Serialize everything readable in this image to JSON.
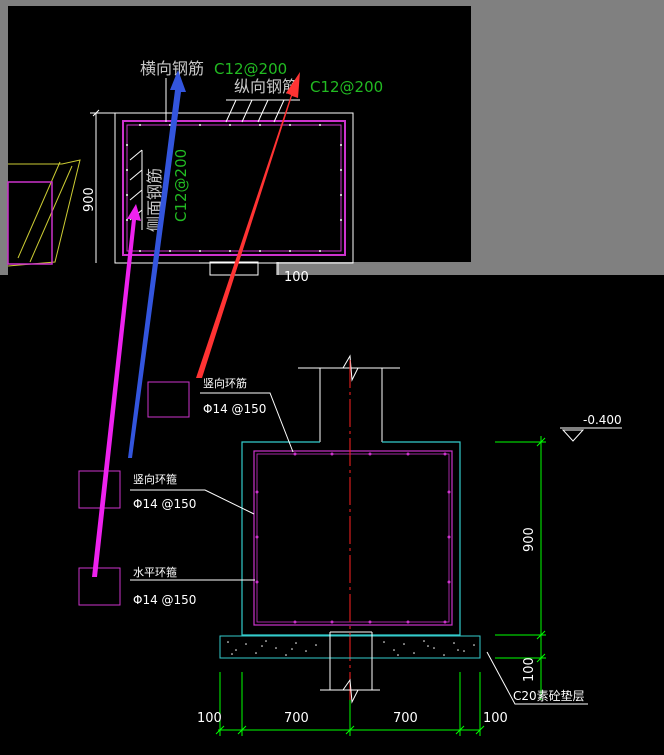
{
  "colors": {
    "background": "#000000",
    "gray_panel": "#808080",
    "rebar": "#cc33cc",
    "outline": "#ffffff",
    "concrete": "#33cccc",
    "text_gray": "#c8c8c8",
    "text_green": "#22bb22",
    "dimension": "#00ff00",
    "centerline": "#ff2222",
    "arrow_blue": "#3355dd",
    "arrow_red": "#ff3333",
    "arrow_magenta": "#ee22ee",
    "yellow_hatch": "#cccc33"
  },
  "top_drawing": {
    "transverse_label": "横向钢筋",
    "transverse_spec": "C12@200",
    "longitudinal_label": "纵向钢筋",
    "longitudinal_spec": "C12@200",
    "side_label": "侧面钢筋",
    "side_spec": "C12@200",
    "dim_height": "900",
    "dim_bottom": "100"
  },
  "bottom_drawing": {
    "vertical_ring_top": "竖向环筋",
    "vertical_ring_top_spec": "Φ14 @150",
    "vertical_ring": "竖向环箍",
    "vertical_ring_spec": "Φ14 @150",
    "horizontal_ring": "水平环箍",
    "horizontal_ring_spec": "Φ14 @150",
    "elevation": "-0.400",
    "dim_height": "900",
    "dim_cushion": "100",
    "cushion_label": "C20素砼垫层",
    "dims_bottom": [
      "100",
      "700",
      "700",
      "100"
    ]
  },
  "icons": {
    "arrow_blue": "arrow-icon",
    "arrow_red": "arrow-icon",
    "arrow_magenta": "arrow-icon",
    "elevation_marker": "triangle-marker-icon"
  }
}
